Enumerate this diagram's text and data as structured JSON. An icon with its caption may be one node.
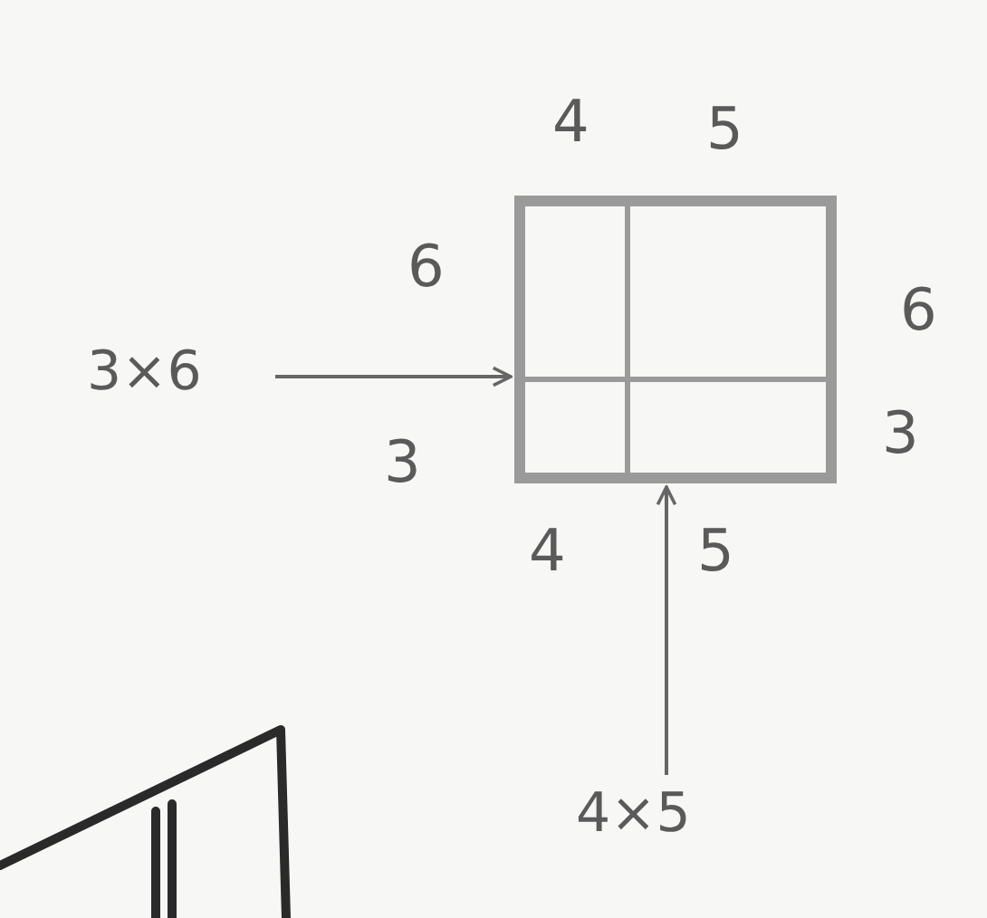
{
  "diagram": {
    "nodes": [
      {
        "text": [],
        "shape": "box"
      },
      {
        "text": [],
        "shape": "box",
        "in": 0
      },
      {
        "text": [],
        "shape": "box",
        "in": 0
      },
      {
        "text": [],
        "shape": "box",
        "in": 0
      },
      {
        "text": [],
        "shape": "box",
        "in": 0
      },
      {
        "text": [
          "3×6"
        ]
      },
      {
        "text": [
          "4×5"
        ]
      }
    ],
    "edges": [
      {
        "from": 5,
        "to": 0,
        "arrow": "to"
      },
      {
        "from": 6,
        "to": 0,
        "arrow": "to"
      }
    ],
    "labels": [
      "4",
      "5",
      "6",
      "6",
      "3",
      "3",
      "4",
      "5"
    ]
  }
}
